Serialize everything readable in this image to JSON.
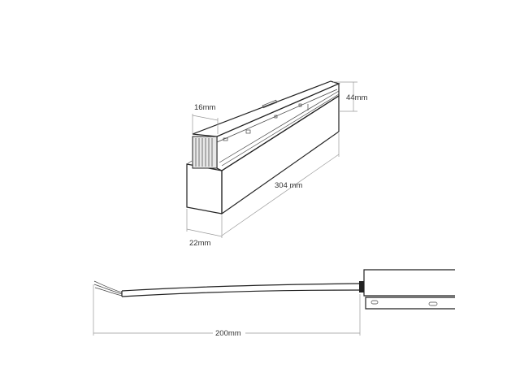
{
  "dimensions": {
    "width_top": "16mm",
    "height": "44mm",
    "length": "304 mm",
    "width_base": "22mm",
    "cable_length": "200mm"
  }
}
